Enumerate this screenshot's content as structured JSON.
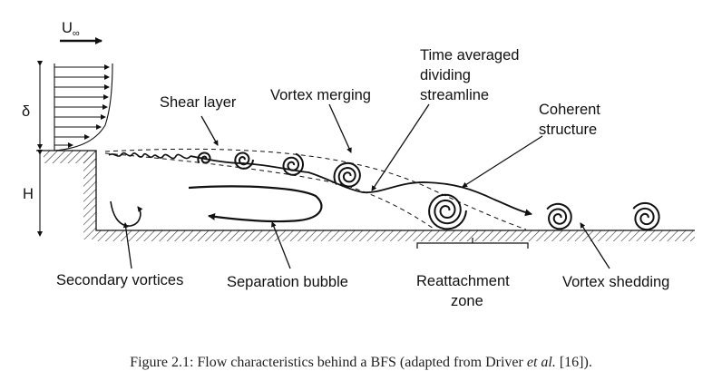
{
  "labels": {
    "u_inf": "U",
    "u_inf_sub": "∞",
    "delta": "δ",
    "h": "H",
    "shear_layer": "Shear layer",
    "vortex_merging": "Vortex merging",
    "dividing_streamline": [
      "Time averaged",
      "dividing",
      "streamline"
    ],
    "coherent_structure": [
      "Coherent",
      "structure"
    ],
    "secondary_vortices": "Secondary vortices",
    "separation_bubble": "Separation bubble",
    "reattachment_zone": [
      "Reattachment",
      "zone"
    ],
    "vortex_shedding": "Vortex shedding"
  },
  "caption": {
    "prefix": "Figure 2.1: Flow characteristics behind a BFS (adapted from Driver ",
    "et_al": "et al.",
    "suffix": " [16])."
  },
  "colors": {
    "ink": "#111111",
    "hatch": "#333333"
  }
}
